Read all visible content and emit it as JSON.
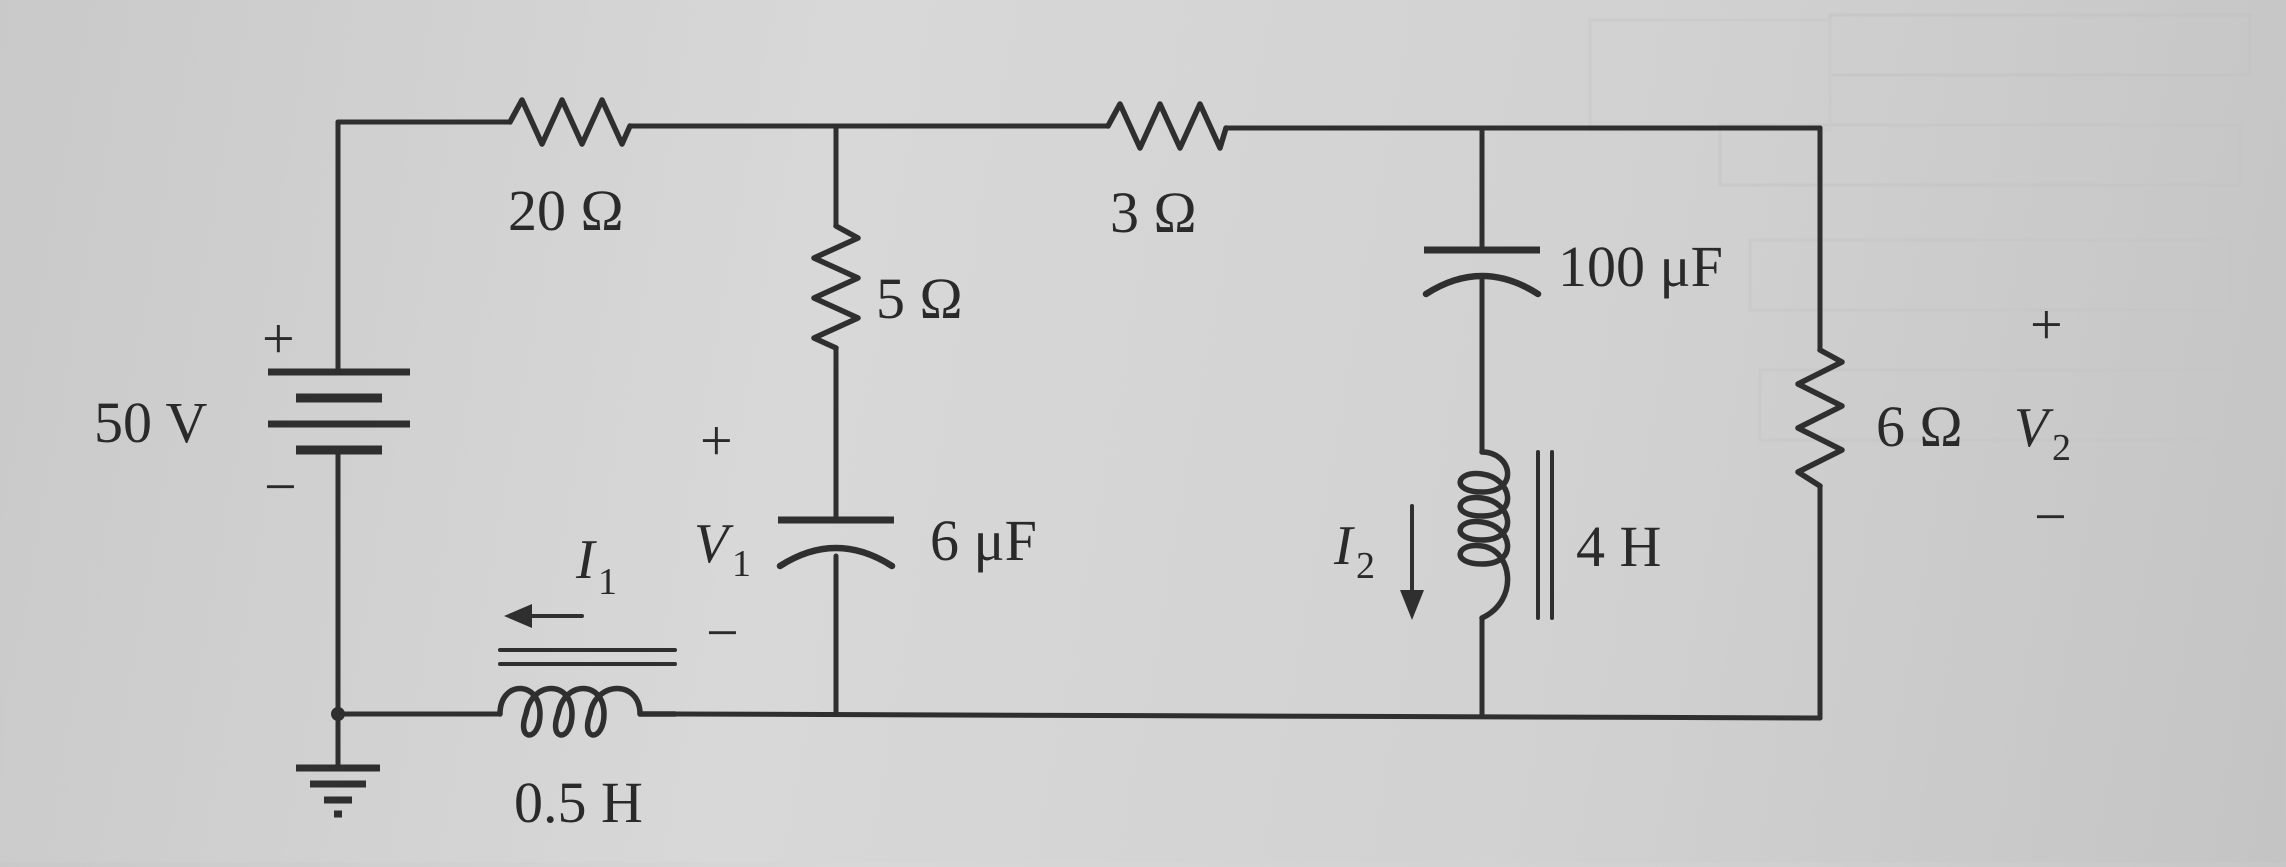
{
  "labels": {
    "source_voltage": "50 V",
    "r1": "20 Ω",
    "r2": "5 Ω",
    "r3": "3 Ω",
    "r4": "6 Ω",
    "c1": "6 μF",
    "c2": "100 μF",
    "l1": "0.5 H",
    "l2": "4 H",
    "plus": "+",
    "minus": "−",
    "v1_symbol": "V",
    "v1_subscript": "1",
    "v2_symbol": "V",
    "v2_subscript": "2",
    "i1_symbol": "I",
    "i1_subscript": "1",
    "i2_symbol": "I",
    "i2_subscript": "2"
  },
  "colors": {
    "ink": "#2f2f2f",
    "paper": "#d4d4d4"
  }
}
